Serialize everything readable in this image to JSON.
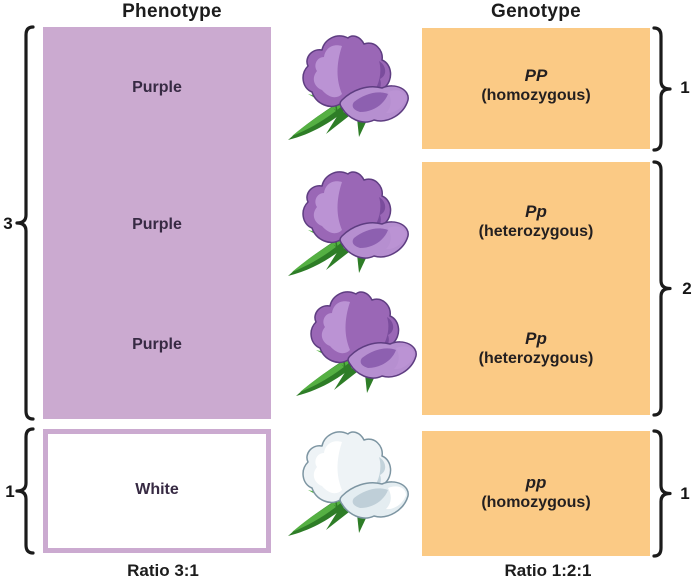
{
  "colors": {
    "purple_fill": "#cbaad0",
    "orange_fill": "#fbca85",
    "text_dark": "#231f20",
    "brace_black": "#1b1b1b",
    "stem_green": "#2e7d27"
  },
  "phenotype": {
    "header": "Phenotype",
    "labels": [
      "Purple",
      "Purple",
      "Purple"
    ],
    "white_label": "White",
    "counts": [
      "3",
      "1"
    ],
    "ratio": "Ratio 3:1"
  },
  "genotype": {
    "header": "Genotype",
    "groups": [
      {
        "allele": "PP",
        "zygosity": "(homozygous)"
      },
      {
        "allele": "Pp",
        "zygosity": "(heterozygous)"
      },
      {
        "allele": "Pp",
        "zygosity": "(heterozygous)"
      },
      {
        "allele": "pp",
        "zygosity": "(homozygous)"
      }
    ],
    "counts": [
      "1",
      "2",
      "1"
    ],
    "ratio": "Ratio 1:2:1"
  },
  "illustrations": [
    {
      "name": "purple-sweet-pea-flower",
      "type": "purple"
    },
    {
      "name": "purple-sweet-pea-flower",
      "type": "purple"
    },
    {
      "name": "purple-sweet-pea-flower",
      "type": "purple"
    },
    {
      "name": "white-sweet-pea-flower",
      "type": "white"
    }
  ],
  "flower_palettes": {
    "purple": {
      "stem_dark": "#2e7d27",
      "stem_light": "#55b043",
      "petal_mid": "#9a67b6",
      "petal_light": "#bb93d4",
      "petal_dark": "#7a4c9c",
      "keel_mid": "#b68fd0",
      "keel_dark": "#8d60b0",
      "outline": "#5e3d81"
    },
    "white": {
      "stem_dark": "#2e7d27",
      "stem_light": "#55b043",
      "petal_mid": "#eef3f6",
      "petal_light": "#ffffff",
      "petal_dark": "#c3d3db",
      "keel_mid": "#e4edf1",
      "keel_dark": "#bfcfd8",
      "outline": "#7d95a2"
    }
  }
}
